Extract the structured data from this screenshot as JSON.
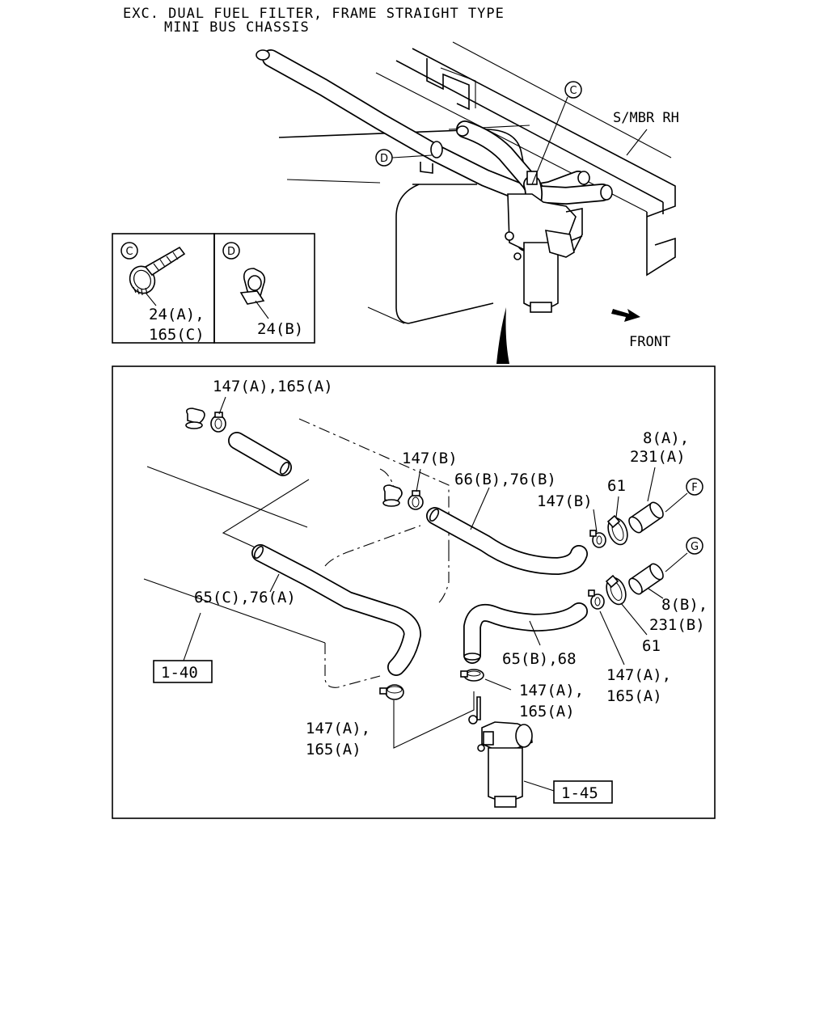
{
  "title": {
    "line1": "EXC. DUAL FUEL FILTER, FRAME STRAIGHT TYPE",
    "line2": "MINI BUS CHASSIS"
  },
  "overview": {
    "smbr_label": "S/MBR RH",
    "front_label": "FRONT",
    "callout_c": "C",
    "callout_d": "D"
  },
  "inset_c": {
    "letter": "C",
    "label_line1": "24(A),",
    "label_line2": "165(C)"
  },
  "inset_d": {
    "letter": "D",
    "label": "24(B)"
  },
  "detail": {
    "lbl_147a_165a_top": "147(A),165(A)",
    "lbl_147b_left": "147(B)",
    "lbl_66b_76b": "66(B),76(B)",
    "lbl_147b_right": "147(B)",
    "lbl_61_top": "61",
    "lbl_8a": "8(A),",
    "lbl_231a": "231(A)",
    "callout_f": "F",
    "callout_g": "G",
    "lbl_65c_76a": "65(C),76(A)",
    "ref_1_40": "1-40",
    "lbl_8b": "8(B),",
    "lbl_231b": "231(B)",
    "lbl_61_bottom": "61",
    "lbl_65b_68": "65(B),68",
    "lbl_147a_right_1": "147(A),",
    "lbl_165a_right_1": "165(A)",
    "lbl_147a_mid_1": "147(A),",
    "lbl_165a_mid_1": "165(A)",
    "lbl_147a_left_1": "147(A),",
    "lbl_165a_left_1": "165(A)",
    "ref_1_45": "1-45"
  }
}
